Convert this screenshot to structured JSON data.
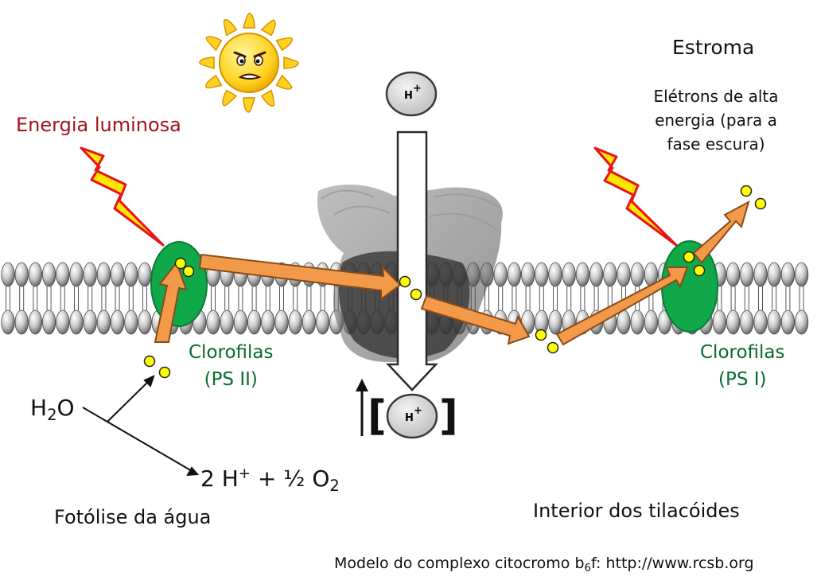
{
  "labels": {
    "energia_luminosa": "Energia luminosa",
    "estroma": "Estroma",
    "eletrons": "Elétrons de alta energia (para a fase escura)",
    "clorofilas_ps2_line1": "Clorofilas",
    "clorofilas_ps2_line2": "(PS II)",
    "clorofilas_ps1_line1": "Clorofilas",
    "clorofilas_ps1_line2": "(PS I)",
    "h2o_base": "H",
    "h2o_sub": "2",
    "h2o_tail": "O",
    "products_a": "2 H",
    "products_sup": "+",
    "products_b": " + ½ O",
    "products_sub": "2",
    "fotolise": "Fotólise da água",
    "interior": "Interior dos tilacóides",
    "modelo_a": "Modelo do complexo citocromo b",
    "modelo_sub": "6",
    "modelo_b": "f: http://www.rcsb.org",
    "h_ion_base": "H",
    "h_ion_sup": "+",
    "bracket_open": "[",
    "bracket_close": "]"
  },
  "colors": {
    "energy_text": "#a4121b",
    "chlorophyll_text": "#0a6a2a",
    "chlorophyll_fill": "#11a84a",
    "electron_fill": "#ffff00",
    "arrow_fill": "#f39a4a",
    "lightning_fill": "#ffe600",
    "lightning_stroke": "#e8141b",
    "membrane_bead": "#bdbdbd",
    "sun_fill": "#ffd21f"
  },
  "icons": [
    "sun-icon",
    "lightning-bolt-icon",
    "electron-pair-icon",
    "proton-ion-icon",
    "cytochrome-b6f-icon"
  ]
}
